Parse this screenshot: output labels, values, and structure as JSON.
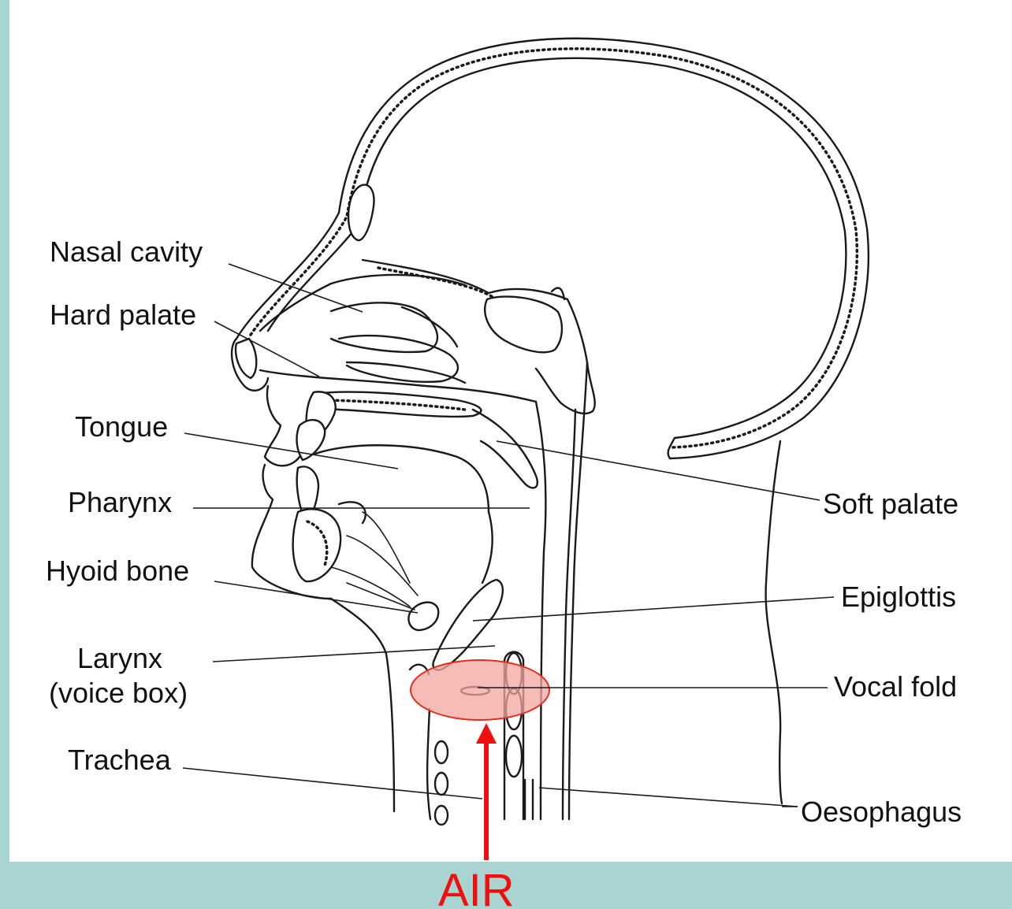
{
  "labels": {
    "nasal_cavity": "Nasal cavity",
    "hard_palate": "Hard palate",
    "tongue": "Tongue",
    "pharynx": "Pharynx",
    "hyoid_bone": "Hyoid bone",
    "larynx_line1": "Larynx",
    "larynx_line2": "(voice box)",
    "trachea": "Trachea",
    "soft_palate": "Soft palate",
    "epiglottis": "Epiglottis",
    "vocal_fold": "Vocal fold",
    "oesophagus": "Oesophagus"
  },
  "annotation": {
    "air_label": "AIR",
    "highlight_color": "#f4a6a0",
    "arrow_color": "#f00f0f"
  },
  "colors": {
    "background": "#a9d4d2",
    "panel": "#ffffff"
  }
}
